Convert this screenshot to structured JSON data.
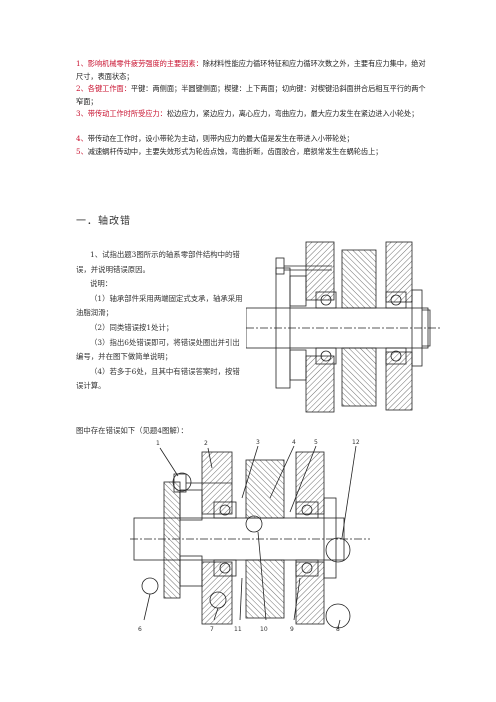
{
  "list": [
    {
      "num": "1、",
      "head": "影响机械零件疲劳强度的主要因素：",
      "body": "除材料性能应力循环特征和应力循环次数之外，主要有应力集中，绝对尺寸，表面状态；"
    },
    {
      "num": "2、",
      "head": "各键工作面：",
      "body": "平键：两侧面；半圆键侧面；楔键：上下两面；切向键：对楔键沿斜面拼合后相互平行的两个窄面；"
    },
    {
      "num": "3、",
      "head": "带传动工作时所受应力：",
      "body": "松边应力，紧边应力，离心应力，弯曲应力，最大应力发生在紧边进入小轮处；"
    },
    {
      "num": "4、",
      "head": "",
      "body": "带传动在工作时，设小带轮为主动，则带内应力的最大值是发生在带进入小带轮处；"
    },
    {
      "num": "5、",
      "head": "",
      "body": "减速蜗杆传动中，主要失效形式为轮齿点蚀，弯曲折断，齿面胶合，磨损常发生在蜗轮齿上；"
    }
  ],
  "section_title": "一．轴改错",
  "question": {
    "intro": "1、试指出题3图所示的轴系零部件结构中的错误，并说明错误原因。",
    "notes_label": "说明：",
    "items": [
      "（1）轴承部件采用两端固定式支承，轴承采用油脂润滑；",
      "（2）同类错误按1处计；",
      "（3）指出6处错误即可，将错误处圈出并引出编号，并在图下做简单说明；",
      "（4）若多于6处，且其中有错误答案时，按错误计算。"
    ]
  },
  "caption": "图中存在错误如下（见题4图解）：",
  "labels_top": [
    "1",
    "2",
    "3",
    "4",
    "5",
    "12"
  ],
  "labels_bottom": [
    "6",
    "7",
    "11",
    "10",
    "9",
    "8"
  ]
}
